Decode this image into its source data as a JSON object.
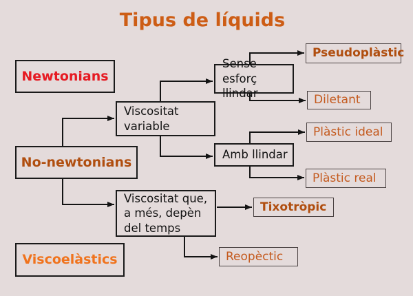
{
  "title": "Tipus de líquids",
  "nodes": {
    "newtonians": {
      "label": "Newtonians"
    },
    "no_newtonians": {
      "label": "No-newtonians"
    },
    "viscoelastics": {
      "label": "Viscoelàstics"
    },
    "visc_variable": {
      "label": "Viscositat\nvariable"
    },
    "sense_esforc": {
      "label": "Sense esforç\nllindar"
    },
    "amb_llindar": {
      "label": "Amb llindar"
    },
    "visc_temps": {
      "label": "Viscositat  que,\na més, depèn\ndel temps"
    },
    "pseudoplastic": {
      "label": "Pseudoplàstic"
    },
    "diletant": {
      "label": "Diletant"
    },
    "plastic_ideal": {
      "label": "Plàstic ideal"
    },
    "plastic_real": {
      "label": "Plàstic real"
    },
    "tixotropic": {
      "label": "Tixotròpic"
    },
    "reopectic": {
      "label": "Reopèctic"
    }
  },
  "edges": [
    {
      "from": "no_newtonians",
      "to": "visc_variable"
    },
    {
      "from": "no_newtonians",
      "to": "visc_temps"
    },
    {
      "from": "visc_variable",
      "to": "sense_esforc"
    },
    {
      "from": "visc_variable",
      "to": "amb_llindar"
    },
    {
      "from": "sense_esforc",
      "to": "pseudoplastic"
    },
    {
      "from": "sense_esforc",
      "to": "diletant"
    },
    {
      "from": "amb_llindar",
      "to": "plastic_ideal"
    },
    {
      "from": "amb_llindar",
      "to": "plastic_real"
    },
    {
      "from": "visc_temps",
      "to": "tixotropic"
    },
    {
      "from": "visc_temps",
      "to": "reopectic"
    }
  ],
  "colors": {
    "background": "#e4dbdb",
    "line": "#141414",
    "title": "#cd5d15",
    "red": "#e61a22",
    "dark_orange": "#b04e0f",
    "orange": "#c45a1e",
    "bright_orange": "#f0731d"
  }
}
